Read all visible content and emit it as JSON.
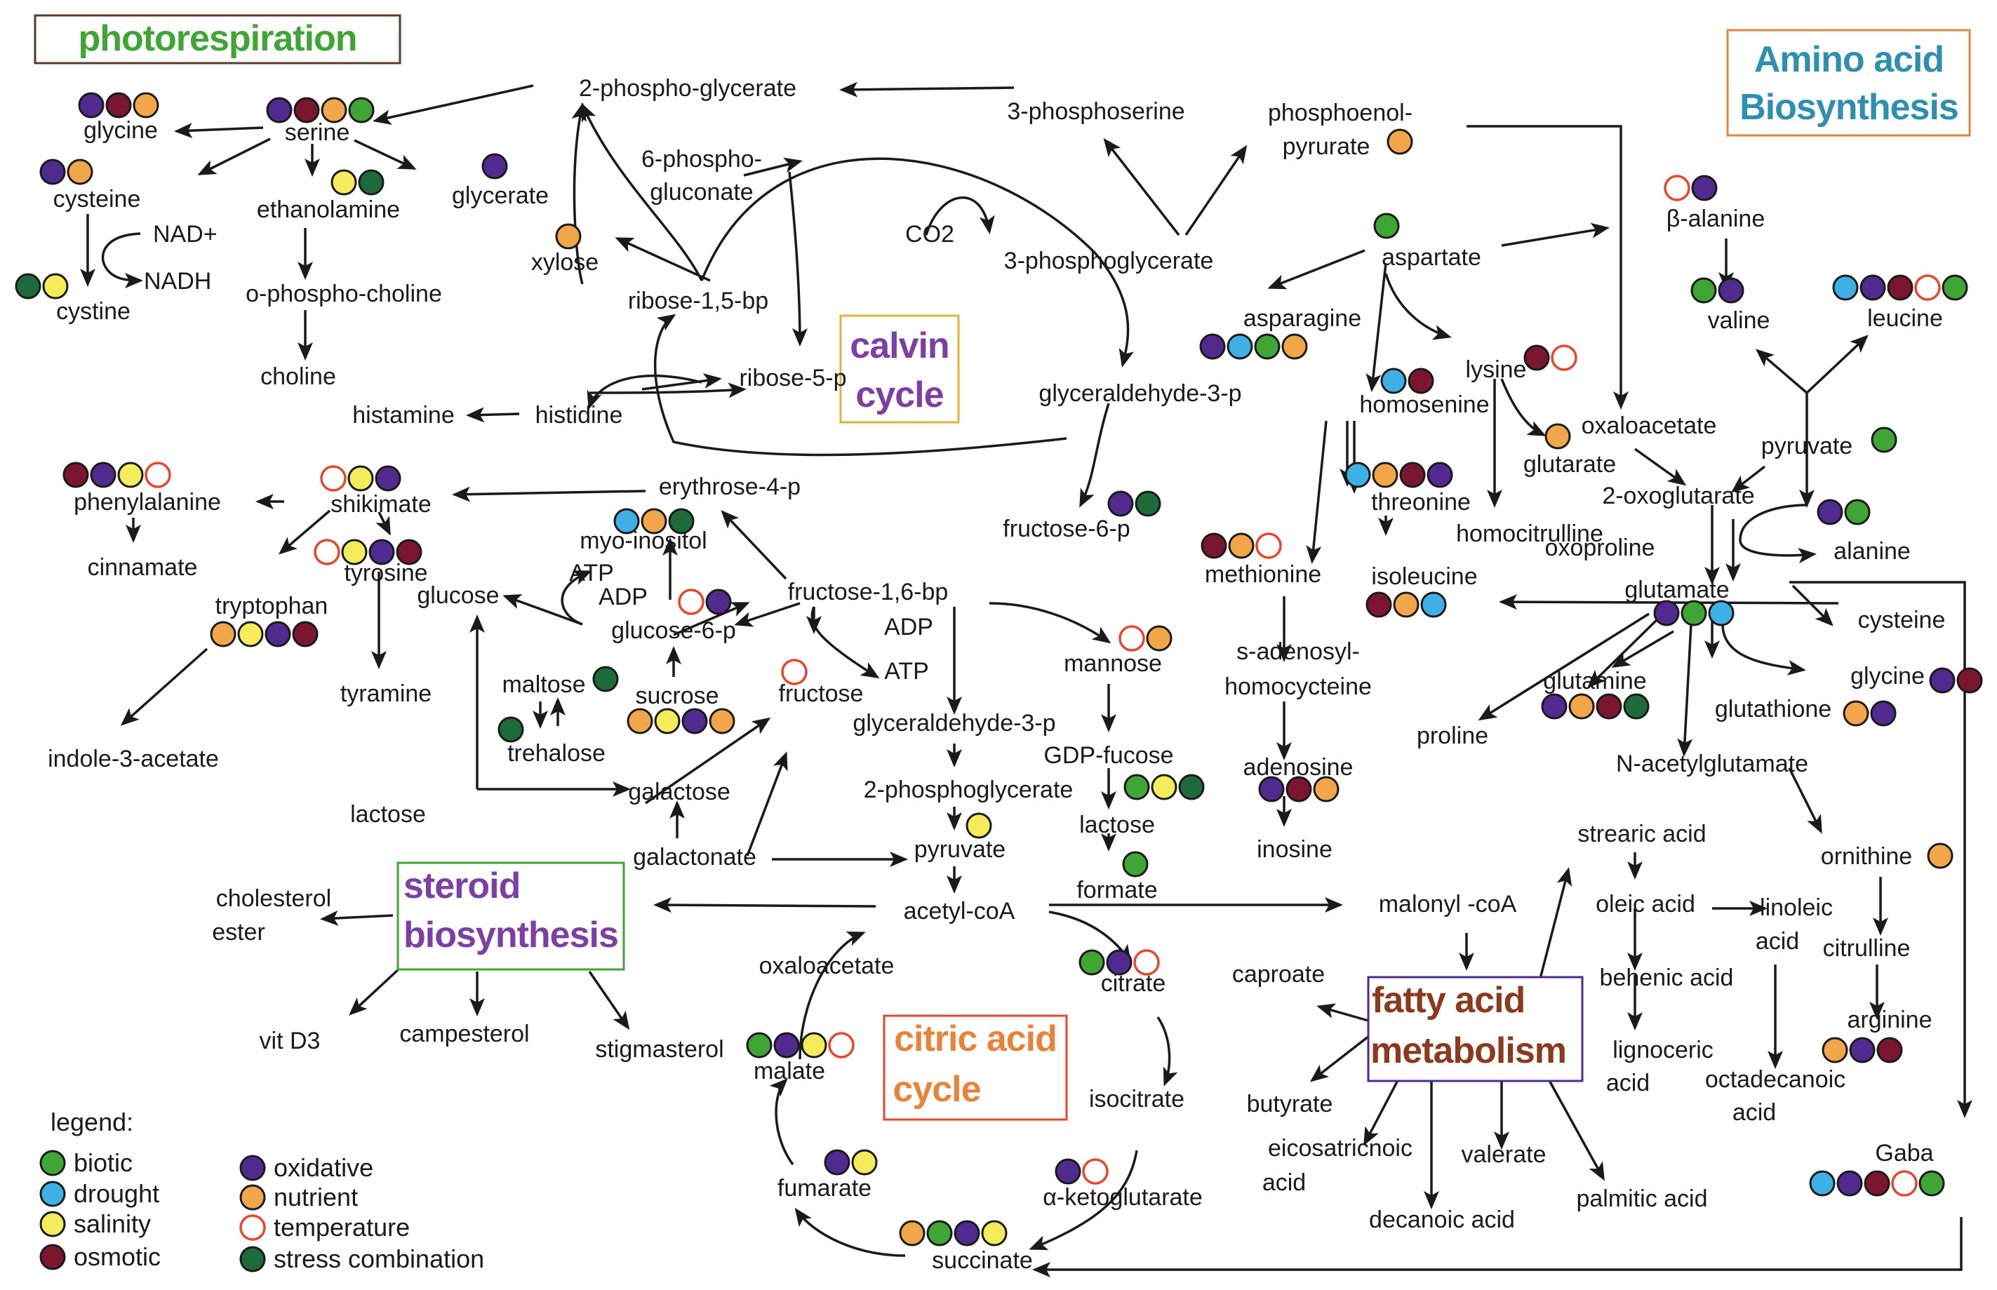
{
  "colors": {
    "biotic": "#3fa535",
    "drought": "#3fb0e6",
    "salinity": "#f5ec5b",
    "osmotic": "#7a1630",
    "oxidative": "#512a8f",
    "nutrient": "#f2a64a",
    "temperature": "#ffffff",
    "stress combination": "#1d6b3a"
  },
  "boxes": {
    "photorespiration": "photorespiration",
    "amino_line1": "Amino acid",
    "amino_line2": "Biosynthesis",
    "calvin_line1": "calvin",
    "calvin_line2": "cycle",
    "steroid_line1": "steroid",
    "steroid_line2": "biosynthesis",
    "citric_line1": "citric acid",
    "citric_line2": "cycle",
    "fatty_line1": "fatty acid",
    "fatty_line2": "metabolism"
  },
  "legend": {
    "title": "legend:",
    "items": [
      "biotic",
      "drought",
      "salinity",
      "osmotic",
      "oxidative",
      "nutrient",
      "temperature",
      "stress combination"
    ]
  },
  "nodes": [
    {
      "id": "glycine-left",
      "text": "glycine",
      "dots": [
        "oxidative",
        "osmotic",
        "nutrient"
      ]
    },
    {
      "id": "serine",
      "text": "serine",
      "dots": [
        "oxidative",
        "osmotic",
        "nutrient",
        "biotic"
      ]
    },
    {
      "id": "cysteine-left",
      "text": "cysteine",
      "dots": [
        "oxidative",
        "nutrient"
      ]
    },
    {
      "id": "ethanolamine",
      "text": "ethanolamine",
      "dots": [
        "salinity",
        "stress combination"
      ]
    },
    {
      "id": "glycerate",
      "text": "glycerate",
      "dots": [
        "oxidative"
      ]
    },
    {
      "id": "nad",
      "text": "NAD+",
      "dots": []
    },
    {
      "id": "nadh",
      "text": "NADH",
      "dots": []
    },
    {
      "id": "cystine",
      "text": "cystine",
      "dots": [
        "stress combination",
        "salinity"
      ]
    },
    {
      "id": "phosphocholine",
      "text": "o-phospho-choline",
      "dots": []
    },
    {
      "id": "choline",
      "text": "choline",
      "dots": []
    },
    {
      "id": "histamine",
      "text": "histamine",
      "dots": []
    },
    {
      "id": "histidine",
      "text": "histidine",
      "dots": []
    },
    {
      "id": "phenylalanine",
      "text": "phenylalanine",
      "dots": [
        "osmotic",
        "oxidative",
        "salinity",
        "temperature"
      ]
    },
    {
      "id": "cinnamate",
      "text": "cinnamate",
      "dots": []
    },
    {
      "id": "shikimate",
      "text": "shikimate",
      "dots": [
        "temperature",
        "salinity",
        "oxidative"
      ]
    },
    {
      "id": "tyrosine",
      "text": "tyrosine",
      "dots": [
        "temperature",
        "salinity",
        "oxidative",
        "osmotic"
      ]
    },
    {
      "id": "tryptophan",
      "text": "tryptophan",
      "dots": [
        "nutrient",
        "salinity",
        "oxidative",
        "osmotic"
      ]
    },
    {
      "id": "tyramine",
      "text": "tyramine",
      "dots": []
    },
    {
      "id": "indole",
      "text": "indole-3-acetate",
      "dots": []
    },
    {
      "id": "glucose",
      "text": "glucose",
      "dots": []
    },
    {
      "id": "myoinositol",
      "text": "myo-inositol",
      "dots": [
        "drought",
        "nutrient",
        "stress combination"
      ]
    },
    {
      "id": "atp1",
      "text": "ATP",
      "dots": []
    },
    {
      "id": "adp1",
      "text": "ADP",
      "dots": []
    },
    {
      "id": "glucose6p",
      "text": "glucose-6-p",
      "dots": [
        "temperature",
        "oxidative"
      ]
    },
    {
      "id": "maltose",
      "text": "maltose",
      "dots": [
        "stress combination"
      ]
    },
    {
      "id": "trehalose",
      "text": "trehalose",
      "dots": [
        "stress combination"
      ]
    },
    {
      "id": "sucrose",
      "text": "sucrose",
      "dots": [
        "nutrient",
        "salinity",
        "oxidative",
        "nutrient"
      ]
    },
    {
      "id": "lactose-left",
      "text": "lactose",
      "dots": []
    },
    {
      "id": "galactose",
      "text": "galactose",
      "dots": []
    },
    {
      "id": "galactonate",
      "text": "galactonate",
      "dots": []
    },
    {
      "id": "phosphoglycerate2",
      "text": "2-phospho-glycerate",
      "dots": []
    },
    {
      "id": "phosphogluconate1",
      "text": "6-phospho-",
      "dots": []
    },
    {
      "id": "phosphogluconate2",
      "text": "gluconate",
      "dots": []
    },
    {
      "id": "xylose",
      "text": "xylose",
      "dots": [
        "nutrient"
      ]
    },
    {
      "id": "ribose15",
      "text": "ribose-1,5-bp",
      "dots": []
    },
    {
      "id": "ribose5",
      "text": "ribose-5-p",
      "dots": []
    },
    {
      "id": "co2",
      "text": "CO2",
      "dots": []
    },
    {
      "id": "erythrose",
      "text": "erythrose-4-p",
      "dots": []
    },
    {
      "id": "fructose16",
      "text": "fructose-1,6-bp",
      "dots": []
    },
    {
      "id": "adp2",
      "text": "ADP",
      "dots": []
    },
    {
      "id": "atp2",
      "text": "ATP",
      "dots": []
    },
    {
      "id": "fructose",
      "text": "fructose",
      "dots": [
        "temperature"
      ]
    },
    {
      "id": "gap2",
      "text": "glyceraldehyde-3-p",
      "dots": []
    },
    {
      "id": "pg2b",
      "text": "2-phosphoglycerate",
      "dots": []
    },
    {
      "id": "pyruvate-mid",
      "text": "pyruvate",
      "dots": [
        "salinity"
      ]
    },
    {
      "id": "acetylcoa",
      "text": "acetyl-coA",
      "dots": []
    },
    {
      "id": "phosphoserine",
      "text": "3-phosphoserine",
      "dots": []
    },
    {
      "id": "pg3",
      "text": "3-phosphoglycerate",
      "dots": []
    },
    {
      "id": "gap1",
      "text": "glyceraldehyde-3-p",
      "dots": []
    },
    {
      "id": "fructose6p",
      "text": "fructose-6-p",
      "dots": [
        "oxidative",
        "stress combination"
      ]
    },
    {
      "id": "mannose",
      "text": "mannose",
      "dots": [
        "temperature",
        "nutrient"
      ]
    },
    {
      "id": "gdpfucose",
      "text": "GDP-fucose",
      "dots": [
        "biotic",
        "salinity",
        "stress combination"
      ]
    },
    {
      "id": "lactose-mid",
      "text": "lactose",
      "dots": [
        "biotic"
      ]
    },
    {
      "id": "formate",
      "text": "formate",
      "dots": []
    },
    {
      "id": "pep1",
      "text": "phosphoenol-",
      "dots": []
    },
    {
      "id": "pep2",
      "text": "pyrurate",
      "dots": [
        "nutrient"
      ]
    },
    {
      "id": "aspartate",
      "text": "aspartate",
      "dots": [
        "biotic"
      ]
    },
    {
      "id": "asparagine",
      "text": "asparagine",
      "dots": [
        "oxidative",
        "drought",
        "biotic",
        "nutrient"
      ]
    },
    {
      "id": "lysine",
      "text": "lysine",
      "dots": [
        "osmotic",
        "temperature"
      ]
    },
    {
      "id": "homoserine",
      "text": "homosenine",
      "dots": [
        "drought",
        "osmotic"
      ]
    },
    {
      "id": "threonine",
      "text": "threonine",
      "dots": [
        "drought",
        "nutrient",
        "osmotic",
        "oxidative"
      ]
    },
    {
      "id": "methionine",
      "text": "methionine",
      "dots": [
        "osmotic",
        "nutrient",
        "temperature"
      ]
    },
    {
      "id": "isoleucine",
      "text": "isoleucine",
      "dots": [
        "osmotic",
        "nutrient",
        "drought"
      ]
    },
    {
      "id": "sam1",
      "text": "s-adenosyl-",
      "dots": []
    },
    {
      "id": "sam2",
      "text": "homocycteine",
      "dots": []
    },
    {
      "id": "adenosine",
      "text": "adenosine",
      "dots": [
        "oxidative",
        "osmotic",
        "nutrient"
      ]
    },
    {
      "id": "inosine",
      "text": "inosine",
      "dots": []
    },
    {
      "id": "balanine",
      "text": "β-alanine",
      "dots": [
        "temperature",
        "oxidative"
      ]
    },
    {
      "id": "valine",
      "text": "valine",
      "dots": [
        "biotic",
        "oxidative"
      ]
    },
    {
      "id": "leucine",
      "text": "leucine",
      "dots": [
        "drought",
        "oxidative",
        "osmotic",
        "temperature",
        "biotic"
      ]
    },
    {
      "id": "oxaloacetate-r",
      "text": "oxaloacetate",
      "dots": [
        "nutrient"
      ]
    },
    {
      "id": "glutarate",
      "text": "glutarate",
      "dots": []
    },
    {
      "id": "oxoglutarate",
      "text": "2-oxoglutarate",
      "dots": []
    },
    {
      "id": "homocitrulline",
      "text": "homocitrulline",
      "dots": []
    },
    {
      "id": "oxoproline",
      "text": "oxoproline",
      "dots": []
    },
    {
      "id": "pyruvate-r",
      "text": "pyruvate",
      "dots": [
        "biotic"
      ]
    },
    {
      "id": "alanine",
      "text": "alanine",
      "dots": [
        "oxidative",
        "biotic"
      ]
    },
    {
      "id": "glutamate",
      "text": "glutamate",
      "dots": [
        "oxidative",
        "biotic",
        "drought"
      ]
    },
    {
      "id": "cysteine-r",
      "text": "cysteine",
      "dots": []
    },
    {
      "id": "glycine-r",
      "text": "glycine",
      "dots": [
        "oxidative",
        "osmotic"
      ]
    },
    {
      "id": "glutamine",
      "text": "glutamine",
      "dots": [
        "oxidative",
        "nutrient",
        "osmotic",
        "stress combination"
      ]
    },
    {
      "id": "glutathione",
      "text": "glutathione",
      "dots": [
        "nutrient",
        "oxidative"
      ]
    },
    {
      "id": "proline",
      "text": "proline",
      "dots": []
    },
    {
      "id": "nacetyl",
      "text": "N-acetylglutamate",
      "dots": []
    },
    {
      "id": "ornithine",
      "text": "ornithine",
      "dots": [
        "nutrient"
      ]
    },
    {
      "id": "stearic",
      "text": "strearic acid",
      "dots": []
    },
    {
      "id": "oleic",
      "text": "oleic acid",
      "dots": []
    },
    {
      "id": "linoleic1",
      "text": "linoleic",
      "dots": []
    },
    {
      "id": "linoleic2",
      "text": "acid",
      "dots": []
    },
    {
      "id": "citrulline",
      "text": "citrulline",
      "dots": []
    },
    {
      "id": "behenic",
      "text": "behenic acid",
      "dots": []
    },
    {
      "id": "lignoceric1",
      "text": "lignoceric",
      "dots": []
    },
    {
      "id": "lignoceric2",
      "text": "acid",
      "dots": []
    },
    {
      "id": "octadecanoic1",
      "text": "octadecanoic",
      "dots": []
    },
    {
      "id": "octadecanoic2",
      "text": "acid",
      "dots": []
    },
    {
      "id": "arginine",
      "text": "arginine",
      "dots": [
        "nutrient",
        "oxidative",
        "osmotic"
      ]
    },
    {
      "id": "malonyl",
      "text": "malonyl -coA",
      "dots": []
    },
    {
      "id": "caproate",
      "text": "caproate",
      "dots": []
    },
    {
      "id": "butyrate",
      "text": "butyrate",
      "dots": []
    },
    {
      "id": "eicosa1",
      "text": "eicosatricnoic",
      "dots": []
    },
    {
      "id": "eicosa2",
      "text": "acid",
      "dots": []
    },
    {
      "id": "valerate",
      "text": "valerate",
      "dots": []
    },
    {
      "id": "decanoic",
      "text": "decanoic acid",
      "dots": []
    },
    {
      "id": "palmitic",
      "text": "palmitic acid",
      "dots": []
    },
    {
      "id": "gaba",
      "text": "Gaba",
      "dots": [
        "drought",
        "oxidative",
        "osmotic",
        "temperature",
        "biotic"
      ]
    },
    {
      "id": "cholesterol1",
      "text": "cholesterol",
      "dots": []
    },
    {
      "id": "cholesterol2",
      "text": "ester",
      "dots": []
    },
    {
      "id": "vitd3",
      "text": "vit D3",
      "dots": []
    },
    {
      "id": "campesterol",
      "text": "campesterol",
      "dots": []
    },
    {
      "id": "stigmasterol",
      "text": "stigmasterol",
      "dots": []
    },
    {
      "id": "oxaloacetate-c",
      "text": "oxaloacetate",
      "dots": []
    },
    {
      "id": "citrate",
      "text": "citrate",
      "dots": [
        "biotic",
        "oxidative",
        "temperature"
      ]
    },
    {
      "id": "isocitrate",
      "text": "isocitrate",
      "dots": []
    },
    {
      "id": "ketoglutarate",
      "text": "α-ketoglutarate",
      "dots": [
        "oxidative",
        "temperature"
      ]
    },
    {
      "id": "succinate",
      "text": "succinate",
      "dots": [
        "nutrient",
        "biotic",
        "oxidative",
        "salinity"
      ]
    },
    {
      "id": "fumarate",
      "text": "fumarate",
      "dots": [
        "oxidative",
        "salinity"
      ]
    },
    {
      "id": "malate",
      "text": "malate",
      "dots": [
        "biotic",
        "oxidative",
        "salinity",
        "temperature"
      ]
    }
  ]
}
